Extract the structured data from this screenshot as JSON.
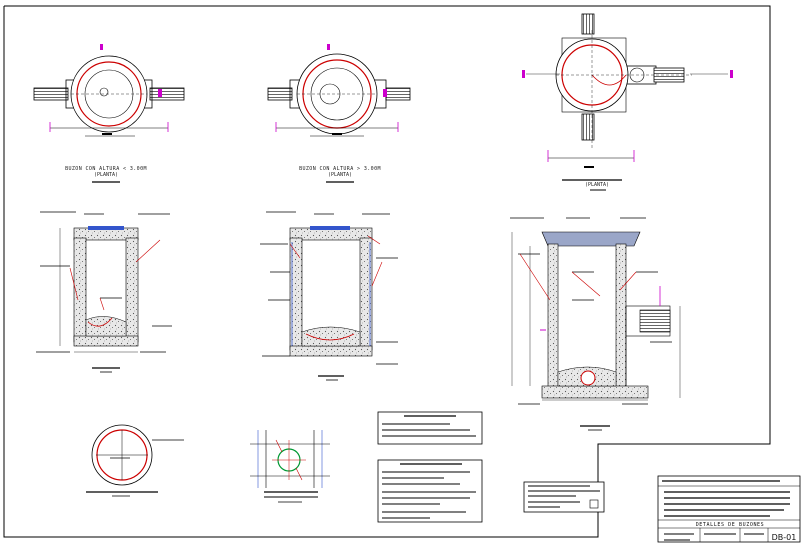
{
  "sheet": {
    "code": "DB-01",
    "drawing_title": "DETALLES DE BUZONES"
  },
  "plan_views": [
    {
      "caption_line1": "BUZON CON ALTURA < 3.00M",
      "caption_line2": "(PLANTA)"
    },
    {
      "caption_line1": "BUZON CON ALTURA > 3.00M",
      "caption_line2": "(PLANTA)"
    },
    {
      "caption_line1": "",
      "caption_line2": "(PLANTA)"
    }
  ],
  "colors": {
    "line": "#000000",
    "circle": "#cc0000",
    "dimension": "#cc00cc",
    "cover": "#3355cc",
    "concrete_fill": "#dddddd",
    "frame": "#000000"
  }
}
